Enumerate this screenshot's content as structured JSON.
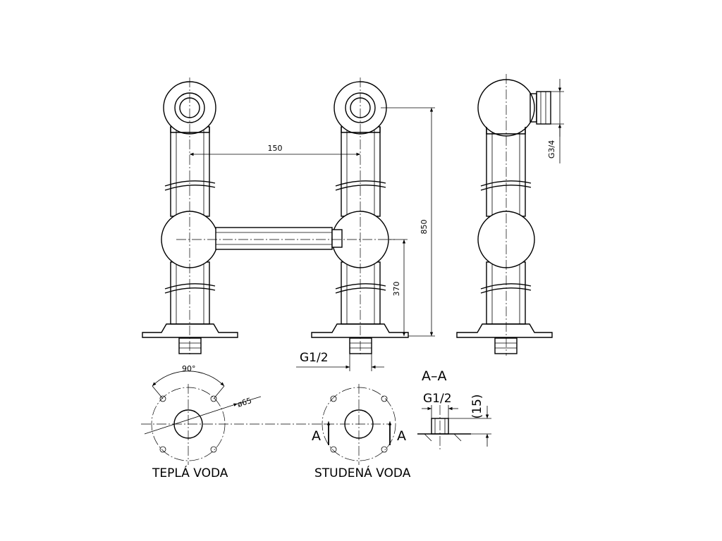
{
  "labels": {
    "dim_spacing": "150",
    "dim_height_total": "850",
    "dim_height_connector": "370",
    "thread_top": "G3/4",
    "thread_bottom": "G1/2",
    "angle": "90°",
    "diameter": "ø65",
    "section_title": "A–A",
    "section_thread": "G1/2",
    "section_depth": "(15)",
    "section_mark_left": "A",
    "section_mark_right": "A",
    "hot_water": "TEPLÁ VODA",
    "cold_water": "STUDENÁ VODA"
  }
}
